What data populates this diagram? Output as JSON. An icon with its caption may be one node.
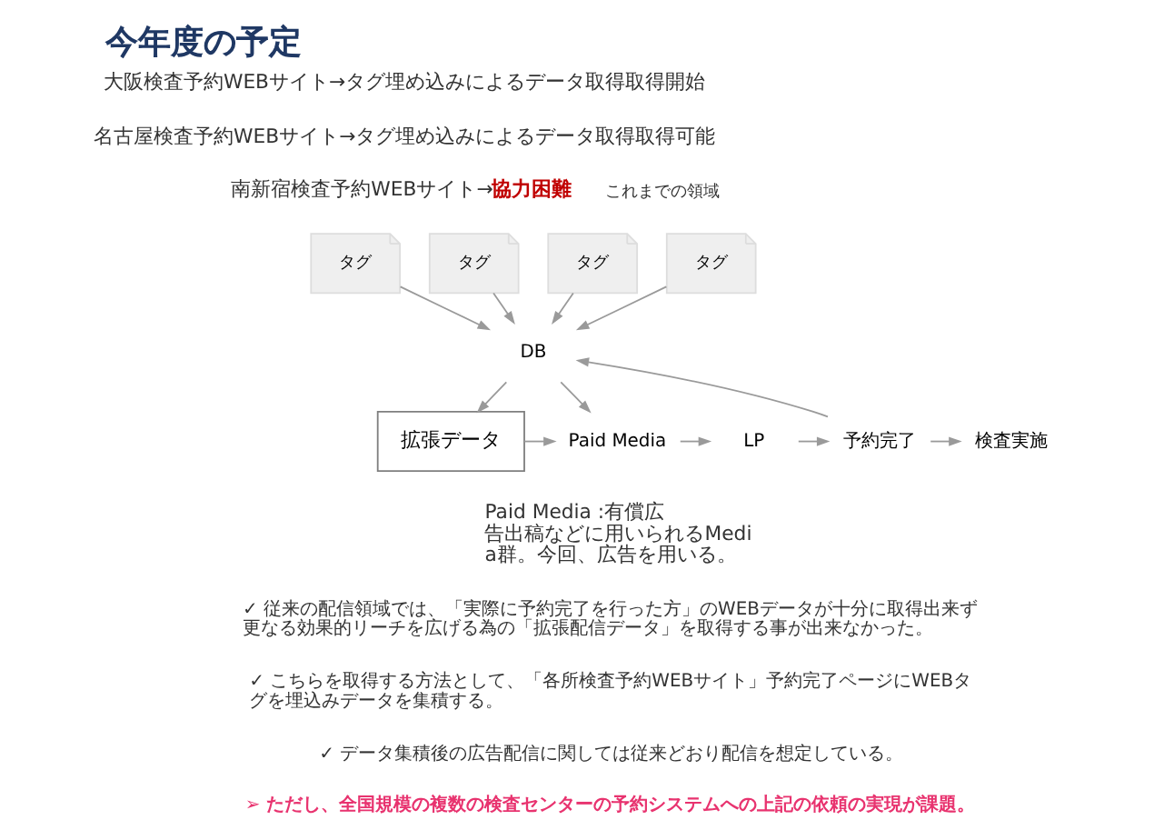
{
  "diagram": {
    "title": "今年度の予定",
    "nodes": [
      {
        "text": [
          "タグ"
        ]
      },
      {
        "text": [
          "タグ"
        ]
      },
      {
        "text": [
          "タグ"
        ]
      },
      {
        "text": [
          "タグ"
        ]
      },
      {
        "text": [
          "DB"
        ]
      },
      {
        "text": [
          "拡張データ"
        ]
      },
      {
        "text": [
          "Paid Media"
        ]
      },
      {
        "text": [
          "LP"
        ]
      },
      {
        "text": [
          "予約完了"
        ]
      },
      {
        "text": [
          "検査実施"
        ]
      }
    ],
    "edges": [
      {
        "from": 0,
        "to": 4,
        "arrow": "to"
      },
      {
        "from": 1,
        "to": 4,
        "arrow": "to"
      },
      {
        "from": 2,
        "to": 4,
        "arrow": "to"
      },
      {
        "from": 3,
        "to": 4,
        "arrow": "to"
      },
      {
        "from": 4,
        "to": 5,
        "arrow": "to"
      },
      {
        "from": 4,
        "to": 6,
        "arrow": "to"
      },
      {
        "from": 5,
        "to": 6,
        "arrow": "to"
      },
      {
        "from": 6,
        "to": 7,
        "arrow": "to"
      },
      {
        "from": 7,
        "to": 8,
        "arrow": "to"
      },
      {
        "from": 8,
        "to": 9,
        "arrow": "to"
      },
      {
        "from": 8,
        "to": 4,
        "arrow": "to"
      }
    ],
    "labels": [
      "大阪検査予約WEBサイト→タグ埋め込みによるデータ取得取得開始",
      "名古屋検査予約WEBサイト→タグ埋め込みによるデータ取得取得可能",
      "南新宿検査予約WEBサイト→**協力困難**",
      "これまでの領域",
      "Paid Media :有償広告出稿などに用いられるMedia群。今回、広告を用いる。",
      "✓ 従来の配信領域では、「実際に予約完了を行った方」のWEBデータが十分に取得出来ず更なる効果的リーチを広げる為の「拡張配信データ」を取得する事が出来なかった。",
      "✓ こちらを取得する方法として、「各所検査予約WEBサイト」予約完了ページにWEBタグを埋込みデータを集積する。",
      "✓ データ集積後の広告配信に関しては従来どおり配信を想定している。",
      "➢ ただし、全国規模の複数の検査センターの予約システムへの上記の依頼の実現が課題。"
    ]
  }
}
